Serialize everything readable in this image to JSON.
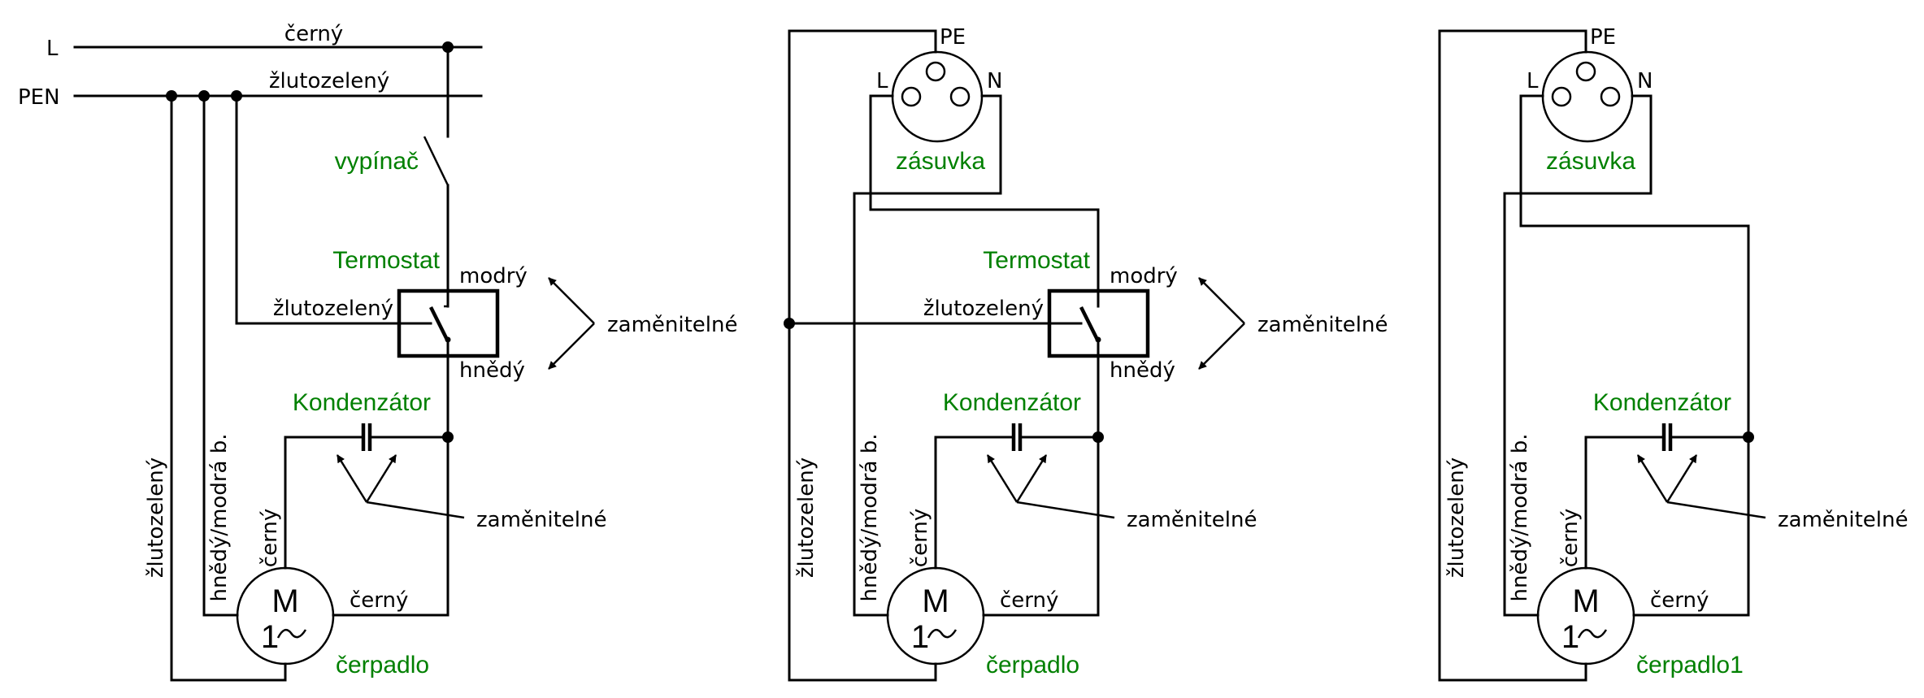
{
  "colors": {
    "wire": "#000000",
    "component_label": "#008000",
    "background": "#ffffff"
  },
  "diagrams": [
    {
      "id": "diagram-1",
      "supply": {
        "line_label": "L",
        "pen_label": "PEN",
        "line_wire": "černý",
        "pen_wire": "žlutozelený"
      },
      "switch_label": "vypínač",
      "thermostat": {
        "title": "Termostat",
        "in_wire": "žlutozelený",
        "top_wire": "modrý",
        "bottom_wire": "hnědý",
        "swap_note": "zaměnitelné"
      },
      "capacitor": {
        "title": "Kondenzátor",
        "swap_note": "zaměnitelné"
      },
      "motor": {
        "symbol": "M",
        "phase": "1",
        "ac_icon": "tilde-icon",
        "name": "čerpadlo",
        "right_wire": "černý"
      },
      "vertical_wires": [
        "žlutozelený",
        "hnědý/modrá b.",
        "černý"
      ]
    },
    {
      "id": "diagram-2",
      "socket": {
        "title": "zásuvka",
        "pe": "PE",
        "l": "L",
        "n": "N"
      },
      "thermostat": {
        "title": "Termostat",
        "in_wire": "žlutozelený",
        "top_wire": "modrý",
        "bottom_wire": "hnědý",
        "swap_note": "zaměnitelné"
      },
      "capacitor": {
        "title": "Kondenzátor",
        "swap_note": "zaměnitelné"
      },
      "motor": {
        "symbol": "M",
        "phase": "1",
        "ac_icon": "tilde-icon",
        "name": "čerpadlo",
        "right_wire": "černý"
      },
      "vertical_wires": [
        "žlutozelený",
        "hnědý/modrá b.",
        "černý"
      ]
    },
    {
      "id": "diagram-3",
      "socket": {
        "title": "zásuvka",
        "pe": "PE",
        "l": "L",
        "n": "N"
      },
      "capacitor": {
        "title": "Kondenzátor",
        "swap_note": "zaměnitelné"
      },
      "motor": {
        "symbol": "M",
        "phase": "1",
        "ac_icon": "tilde-icon",
        "name": "čerpadlo1",
        "right_wire": "černý"
      },
      "vertical_wires": [
        "žlutozelený",
        "hnědý/modrá b.",
        "černý"
      ]
    }
  ]
}
